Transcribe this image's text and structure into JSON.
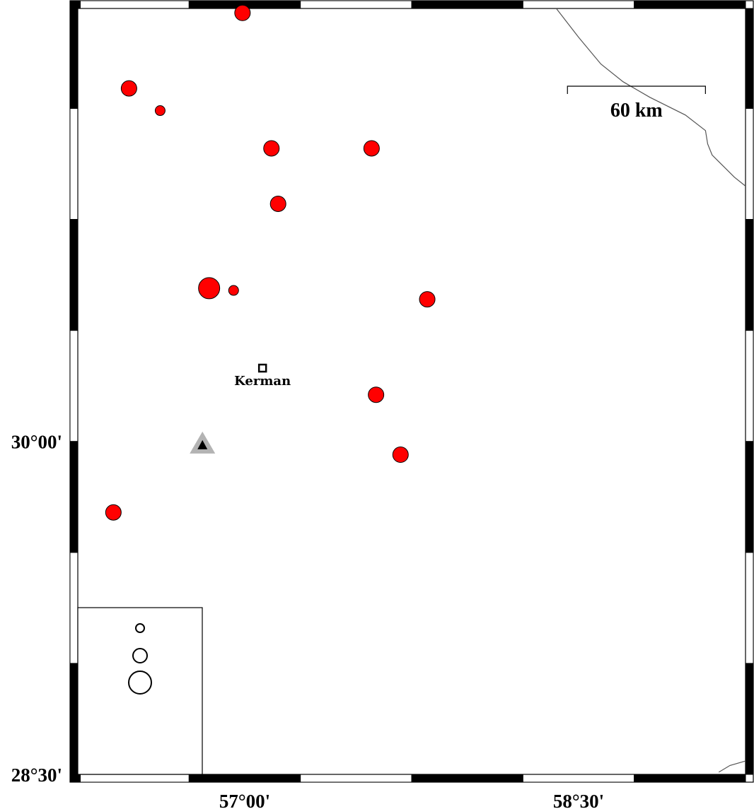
{
  "map": {
    "lon_range": [
      56.25,
      59.25
    ],
    "lat_range": [
      28.5,
      31.95
    ],
    "axis_labels": {
      "bottom": [
        {
          "lon": 57.0,
          "text": "57°00'"
        },
        {
          "lon": 58.5,
          "text": "58°30'"
        }
      ],
      "left": [
        {
          "lat": 30.0,
          "text": "30°00'"
        },
        {
          "lat": 28.5,
          "text": "28°30'"
        }
      ]
    },
    "colors": {
      "event_fill": "#ff0000",
      "station_outer": "#b3b3b3",
      "station_inner": "#000000",
      "coastline": "#555555"
    },
    "events": [
      {
        "lon": 56.99,
        "lat": 31.93,
        "size": "medium"
      },
      {
        "lon": 56.48,
        "lat": 31.59,
        "size": "medium"
      },
      {
        "lon": 56.62,
        "lat": 31.49,
        "size": "small"
      },
      {
        "lon": 57.12,
        "lat": 31.32,
        "size": "medium"
      },
      {
        "lon": 57.57,
        "lat": 31.32,
        "size": "medium"
      },
      {
        "lon": 57.15,
        "lat": 31.07,
        "size": "medium"
      },
      {
        "lon": 56.84,
        "lat": 30.69,
        "size": "large"
      },
      {
        "lon": 56.95,
        "lat": 30.68,
        "size": "small"
      },
      {
        "lon": 57.82,
        "lat": 30.64,
        "size": "medium"
      },
      {
        "lon": 57.59,
        "lat": 30.21,
        "size": "medium"
      },
      {
        "lon": 57.7,
        "lat": 29.94,
        "size": "medium"
      },
      {
        "lon": 56.41,
        "lat": 29.68,
        "size": "medium"
      }
    ],
    "city": {
      "name": "Kerman",
      "lon": 57.08,
      "lat": 30.33
    },
    "station": {
      "lon": 56.81,
      "lat": 29.99
    },
    "scale_bar": {
      "label": "60 km",
      "lon_start": 58.45,
      "lon_end": 59.07,
      "lat": 31.6
    },
    "coastline": [
      [
        58.4,
        31.95
      ],
      [
        58.5,
        31.82
      ],
      [
        58.6,
        31.7
      ],
      [
        58.7,
        31.62
      ],
      [
        58.82,
        31.55
      ],
      [
        58.98,
        31.47
      ],
      [
        59.07,
        31.4
      ],
      [
        59.08,
        31.34
      ],
      [
        59.1,
        31.29
      ],
      [
        59.15,
        31.24
      ],
      [
        59.2,
        31.19
      ],
      [
        59.25,
        31.15
      ]
    ],
    "coastline_bottom": [
      [
        59.13,
        28.51
      ],
      [
        59.18,
        28.54
      ],
      [
        59.25,
        28.56
      ]
    ],
    "magnitude_legend": {
      "sizes": [
        "small",
        "medium",
        "large"
      ]
    }
  }
}
